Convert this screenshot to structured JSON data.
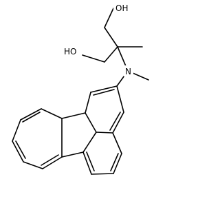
{
  "molecule": {
    "atom_labels": {
      "hydroxyl_top": "OH",
      "hydroxyl_left": "HO",
      "amine_nitrogen": "N"
    }
  }
}
